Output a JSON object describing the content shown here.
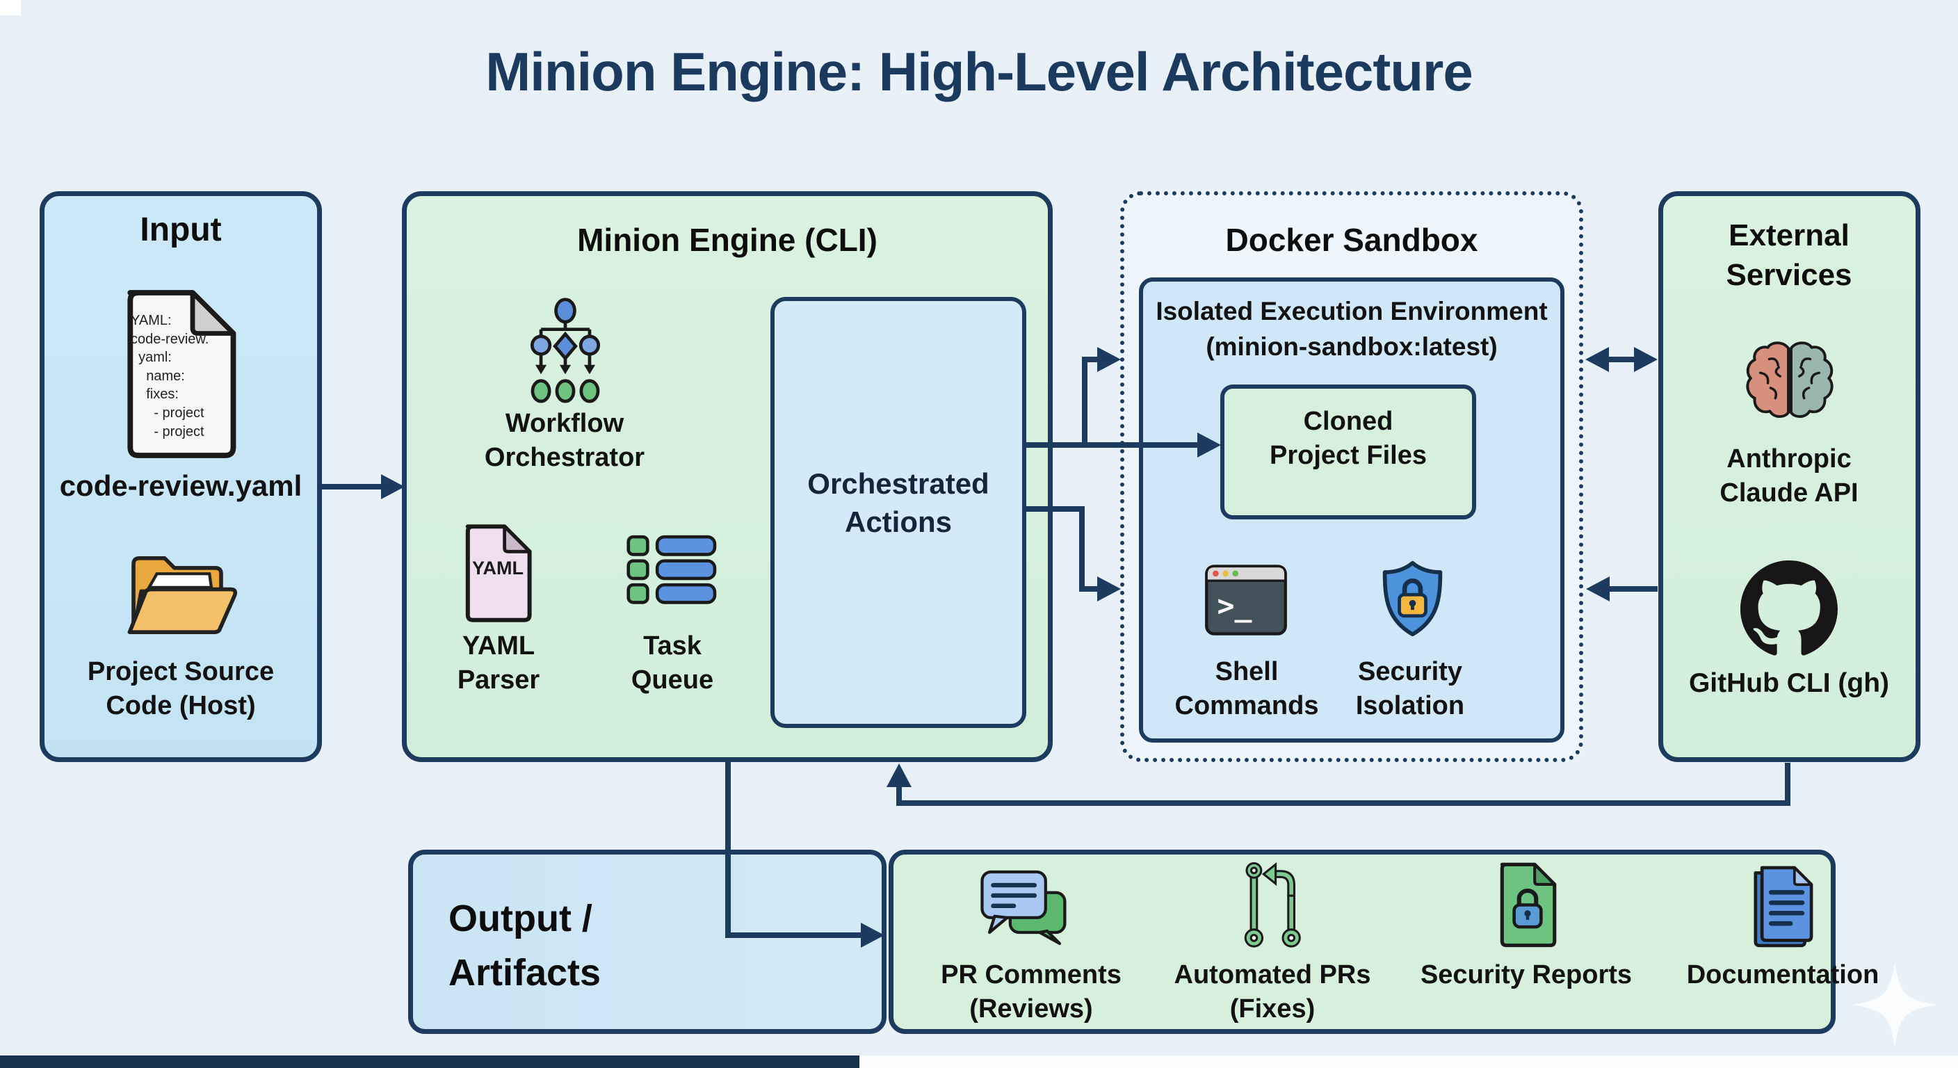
{
  "title": "Minion Engine: High-Level Architecture",
  "colors": {
    "navy": "#1d3b5f",
    "background": "#e8f1f8",
    "light_blue_fill": "#cde9f7",
    "light_green_fill": "#d7f0dc",
    "pale_blue_fill": "#d5eaf8",
    "folder_orange": "#f3c169",
    "task_green": "#6fc381",
    "task_blue": "#5b93e0",
    "shield_blue": "#4d93dc",
    "lock_orange": "#f5b63f",
    "brain_left": "#d8907e",
    "brain_right": "#9bb7ad"
  },
  "input": {
    "heading": "Input",
    "yaml_file_text": "YAML:\ncode-review.\n  yaml:\n    name:\n    fixes:\n      - project\n      - project",
    "yaml_file_label": "code-review.yaml",
    "folder_label": "Project Source Code (Host)"
  },
  "minion_engine": {
    "heading": "Minion Engine (CLI)",
    "workflow_label": "Workflow Orchestrator",
    "yaml_parser_icon_text": "YAML",
    "yaml_parser_label": "YAML Parser",
    "task_queue_label": "Task Queue",
    "orchestrated_actions_label": "Orchestrated Actions"
  },
  "docker_sandbox": {
    "heading": "Docker Sandbox",
    "isolated_env_label": "Isolated Execution Environment\n(minion-sandbox:latest)",
    "cloned_files_label": "Cloned Project Files",
    "shell_label": "Shell Commands",
    "security_label": "Security Isolation"
  },
  "external_services": {
    "heading": "External Services",
    "claude_label": "Anthropic Claude API",
    "github_label": "GitHub CLI (gh)"
  },
  "output": {
    "heading": "Output / Artifacts"
  },
  "artifacts": {
    "items": [
      {
        "label": "PR Comments (Reviews)"
      },
      {
        "label": "Automated PRs (Fixes)"
      },
      {
        "label": "Security Reports"
      },
      {
        "label": "Documentation"
      }
    ]
  }
}
